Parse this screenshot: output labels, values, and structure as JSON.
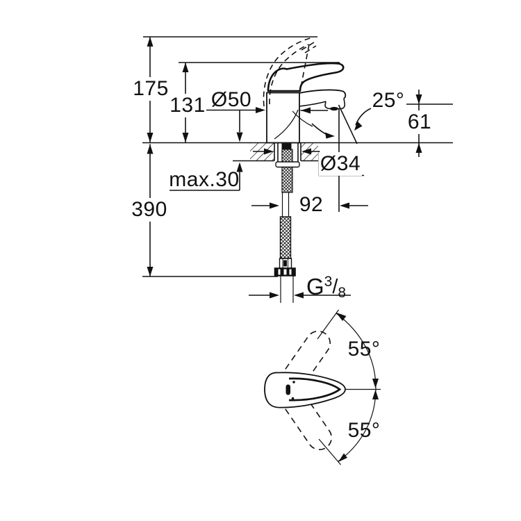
{
  "colors": {
    "line": "#111111",
    "background": "#ffffff"
  },
  "labels": {
    "height_overall": "175",
    "height_lever": "131",
    "base_diameter": "Ø50",
    "spout_angle": "25°",
    "spout_height": "61",
    "max_deck_thickness": "max.30",
    "hole_diameter": "Ø34",
    "hose_length": "390",
    "spout_reach": "92",
    "thread": {
      "prefix": "G",
      "numerator": "3",
      "slash": "/",
      "denominator": "8"
    },
    "swivel_angle_upper": "55°",
    "swivel_angle_lower": "55°"
  }
}
